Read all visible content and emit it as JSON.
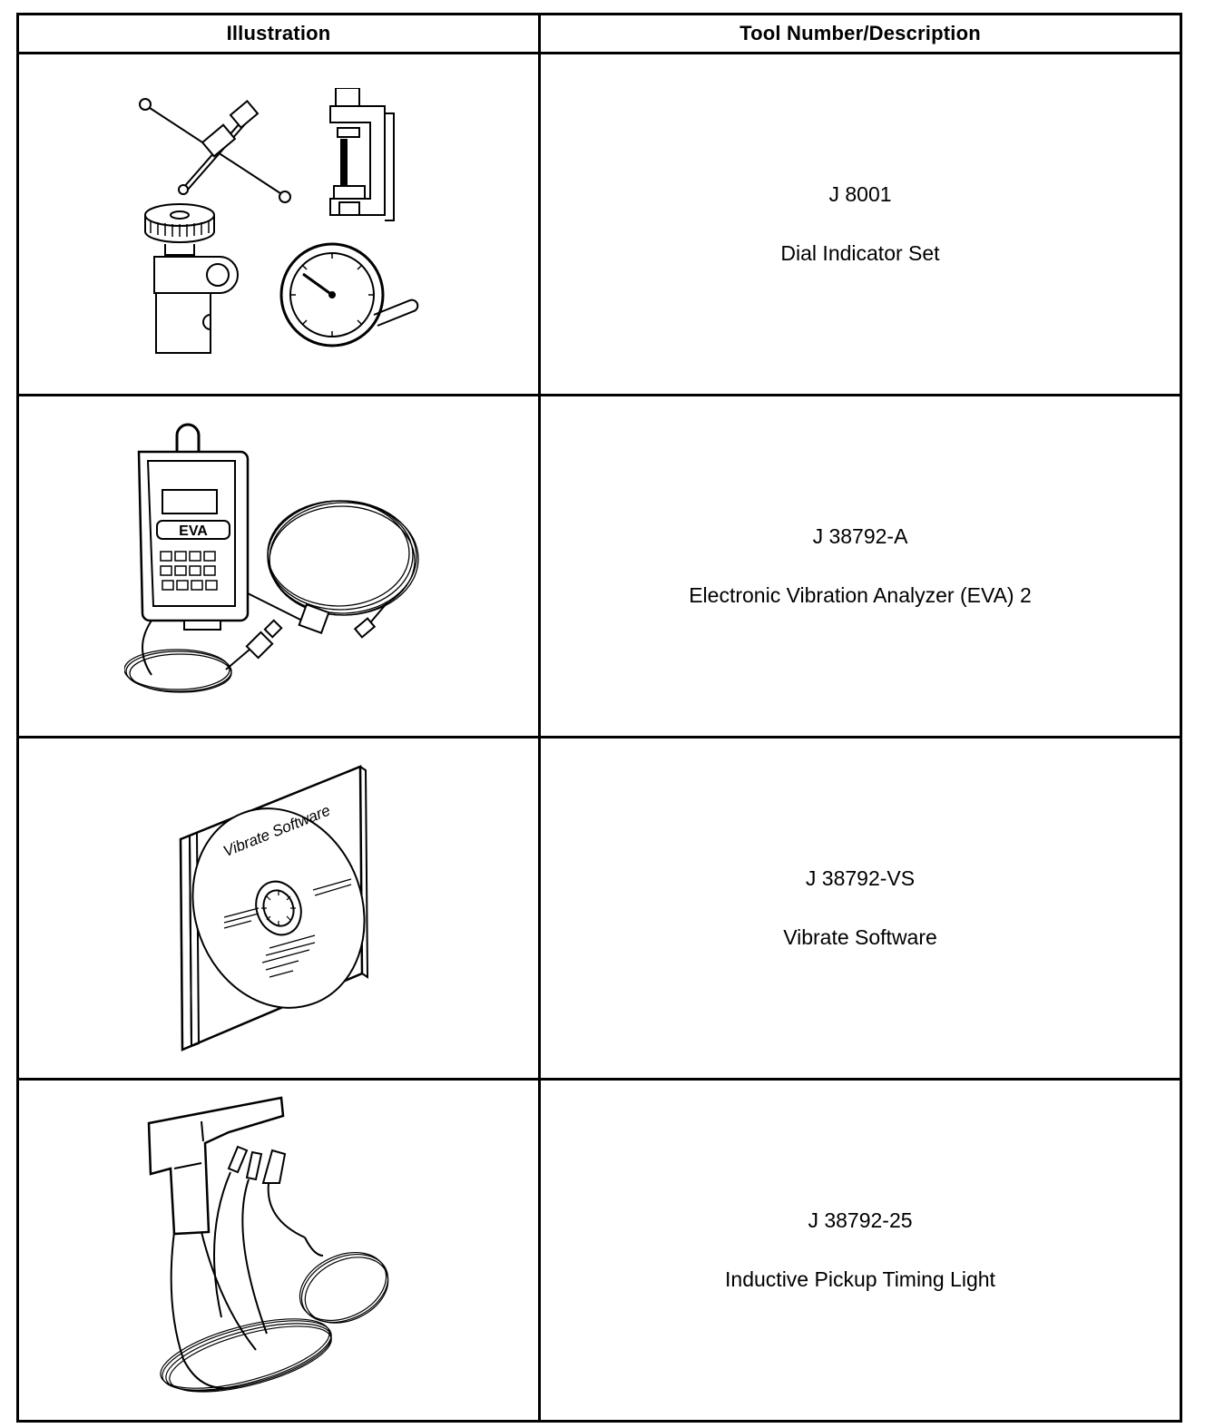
{
  "table": {
    "headers": [
      "Illustration",
      "Tool Number/Description"
    ],
    "rows": [
      {
        "tool_number": "J 8001",
        "description": "Dial Indicator Set",
        "illustration_icon": "dial-indicator-set-icon"
      },
      {
        "tool_number": "J 38792-A",
        "description": "Electronic Vibration Analyzer (EVA) 2",
        "illustration_icon": "vibration-analyzer-icon",
        "device_label": "EVA"
      },
      {
        "tool_number": "J 38792-VS",
        "description": "Vibrate Software",
        "illustration_icon": "software-cd-icon",
        "cd_label": "Vibrate Software"
      },
      {
        "tool_number": "J 38792-25",
        "description": "Inductive Pickup Timing Light",
        "illustration_icon": "timing-light-icon"
      }
    ]
  }
}
